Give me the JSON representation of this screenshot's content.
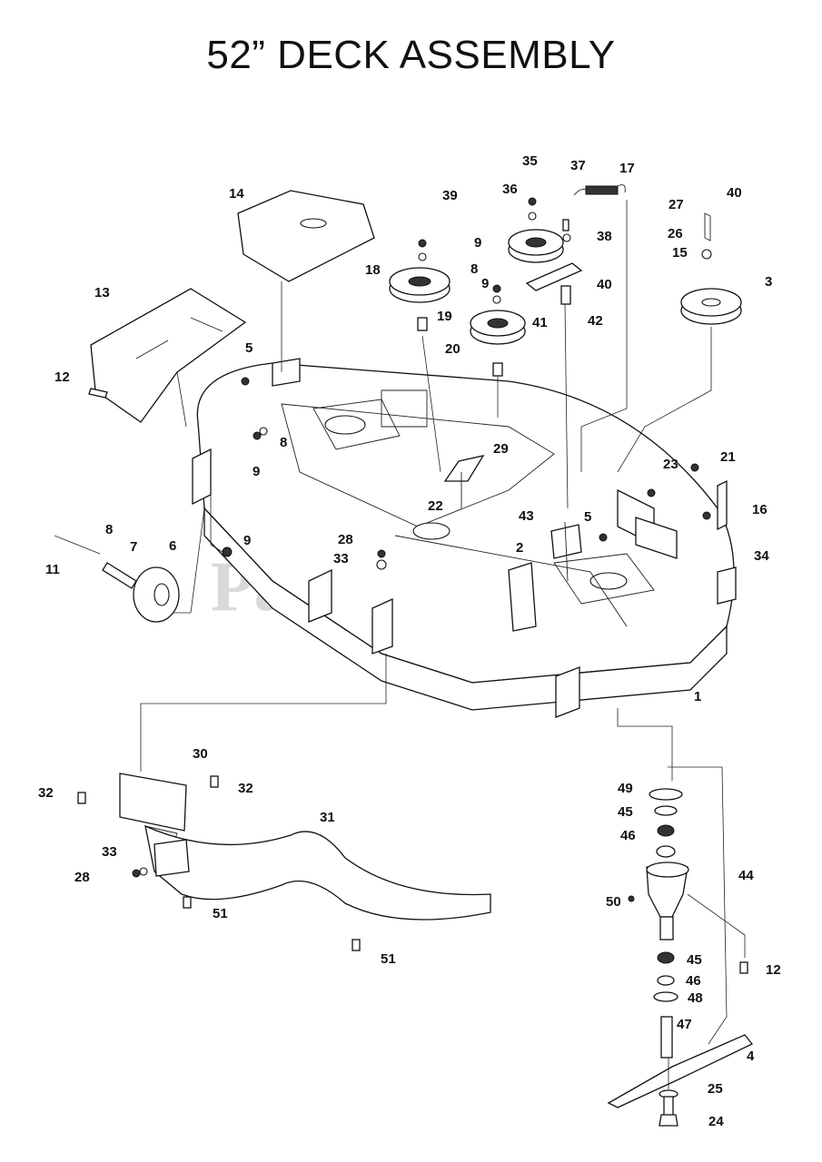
{
  "title": "52” DECK ASSEMBLY",
  "watermark": "PartsTree",
  "callouts": [
    {
      "id": "c1",
      "text": "1"
    },
    {
      "id": "c2",
      "text": "2"
    },
    {
      "id": "c3",
      "text": "3"
    },
    {
      "id": "c4",
      "text": "4"
    },
    {
      "id": "c5a",
      "text": "5"
    },
    {
      "id": "c5b",
      "text": "5"
    },
    {
      "id": "c6",
      "text": "6"
    },
    {
      "id": "c7",
      "text": "7"
    },
    {
      "id": "c8a",
      "text": "8"
    },
    {
      "id": "c8b",
      "text": "8"
    },
    {
      "id": "c8c",
      "text": "8"
    },
    {
      "id": "c9a",
      "text": "9"
    },
    {
      "id": "c9b",
      "text": "9"
    },
    {
      "id": "c9c",
      "text": "9"
    },
    {
      "id": "c9d",
      "text": "9"
    },
    {
      "id": "c11",
      "text": "11"
    },
    {
      "id": "c12a",
      "text": "12"
    },
    {
      "id": "c12b",
      "text": "12"
    },
    {
      "id": "c13",
      "text": "13"
    },
    {
      "id": "c14",
      "text": "14"
    },
    {
      "id": "c15",
      "text": "15"
    },
    {
      "id": "c16",
      "text": "16"
    },
    {
      "id": "c17",
      "text": "17"
    },
    {
      "id": "c18",
      "text": "18"
    },
    {
      "id": "c19",
      "text": "19"
    },
    {
      "id": "c20",
      "text": "20"
    },
    {
      "id": "c21",
      "text": "21"
    },
    {
      "id": "c22",
      "text": "22"
    },
    {
      "id": "c23",
      "text": "23"
    },
    {
      "id": "c24",
      "text": "24"
    },
    {
      "id": "c25",
      "text": "25"
    },
    {
      "id": "c26",
      "text": "26"
    },
    {
      "id": "c27",
      "text": "27"
    },
    {
      "id": "c28a",
      "text": "28"
    },
    {
      "id": "c28b",
      "text": "28"
    },
    {
      "id": "c29",
      "text": "29"
    },
    {
      "id": "c30",
      "text": "30"
    },
    {
      "id": "c31",
      "text": "31"
    },
    {
      "id": "c32a",
      "text": "32"
    },
    {
      "id": "c32b",
      "text": "32"
    },
    {
      "id": "c33a",
      "text": "33"
    },
    {
      "id": "c33b",
      "text": "33"
    },
    {
      "id": "c34",
      "text": "34"
    },
    {
      "id": "c35",
      "text": "35"
    },
    {
      "id": "c36",
      "text": "36"
    },
    {
      "id": "c37",
      "text": "37"
    },
    {
      "id": "c38",
      "text": "38"
    },
    {
      "id": "c39",
      "text": "39"
    },
    {
      "id": "c40a",
      "text": "40"
    },
    {
      "id": "c40b",
      "text": "40"
    },
    {
      "id": "c41",
      "text": "41"
    },
    {
      "id": "c42",
      "text": "42"
    },
    {
      "id": "c43",
      "text": "43"
    },
    {
      "id": "c44",
      "text": "44"
    },
    {
      "id": "c45a",
      "text": "45"
    },
    {
      "id": "c45b",
      "text": "45"
    },
    {
      "id": "c46a",
      "text": "46"
    },
    {
      "id": "c46b",
      "text": "46"
    },
    {
      "id": "c47",
      "text": "47"
    },
    {
      "id": "c48",
      "text": "48"
    },
    {
      "id": "c49",
      "text": "49"
    },
    {
      "id": "c50",
      "text": "50"
    },
    {
      "id": "c51a",
      "text": "51"
    },
    {
      "id": "c51b",
      "text": "51"
    }
  ]
}
